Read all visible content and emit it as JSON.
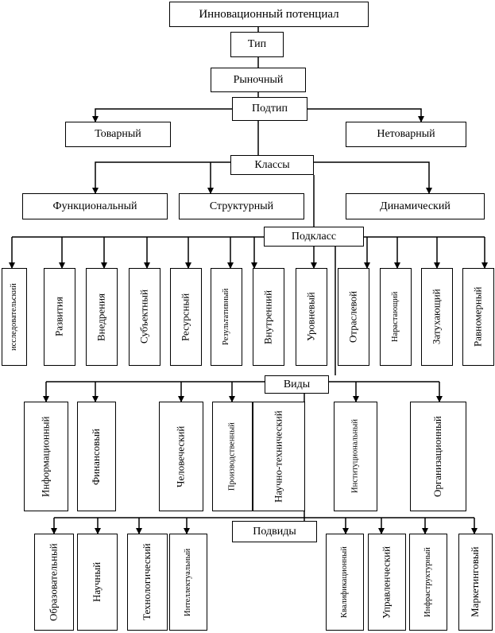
{
  "nodes": {
    "root": "Инновационный потенциал",
    "type": "Тип",
    "market": "Рыночный",
    "subtype": "Подтип",
    "commodity": "Товарный",
    "noncommodity": "Нетоварный",
    "classes": "Классы",
    "functional": "Функциональный",
    "structural": "Структурный",
    "dynamic": "Динамический",
    "subclass": "Подкласс",
    "views": "Виды",
    "subviews": "Подвиды"
  },
  "subclasses": [
    "исследовательский",
    "Развития",
    "Внедрения",
    "Субъектный",
    "Ресурсный",
    "Результативный",
    "Внутренний",
    "Уровневый",
    "Отраслевой",
    "Нарастающий",
    "Затухающий",
    "Равномерный"
  ],
  "views": [
    "Информационный",
    "Финансовый",
    "Человеческий",
    "Производственный",
    "Научно-технический",
    "Институциональный",
    "Организационный"
  ],
  "subviews": [
    "Образовательный",
    "Научный",
    "Технологический",
    "Интеллектуальный",
    "Квалификационный",
    "Управленческий",
    "Инфраструктурный",
    "Маркетинговый"
  ]
}
